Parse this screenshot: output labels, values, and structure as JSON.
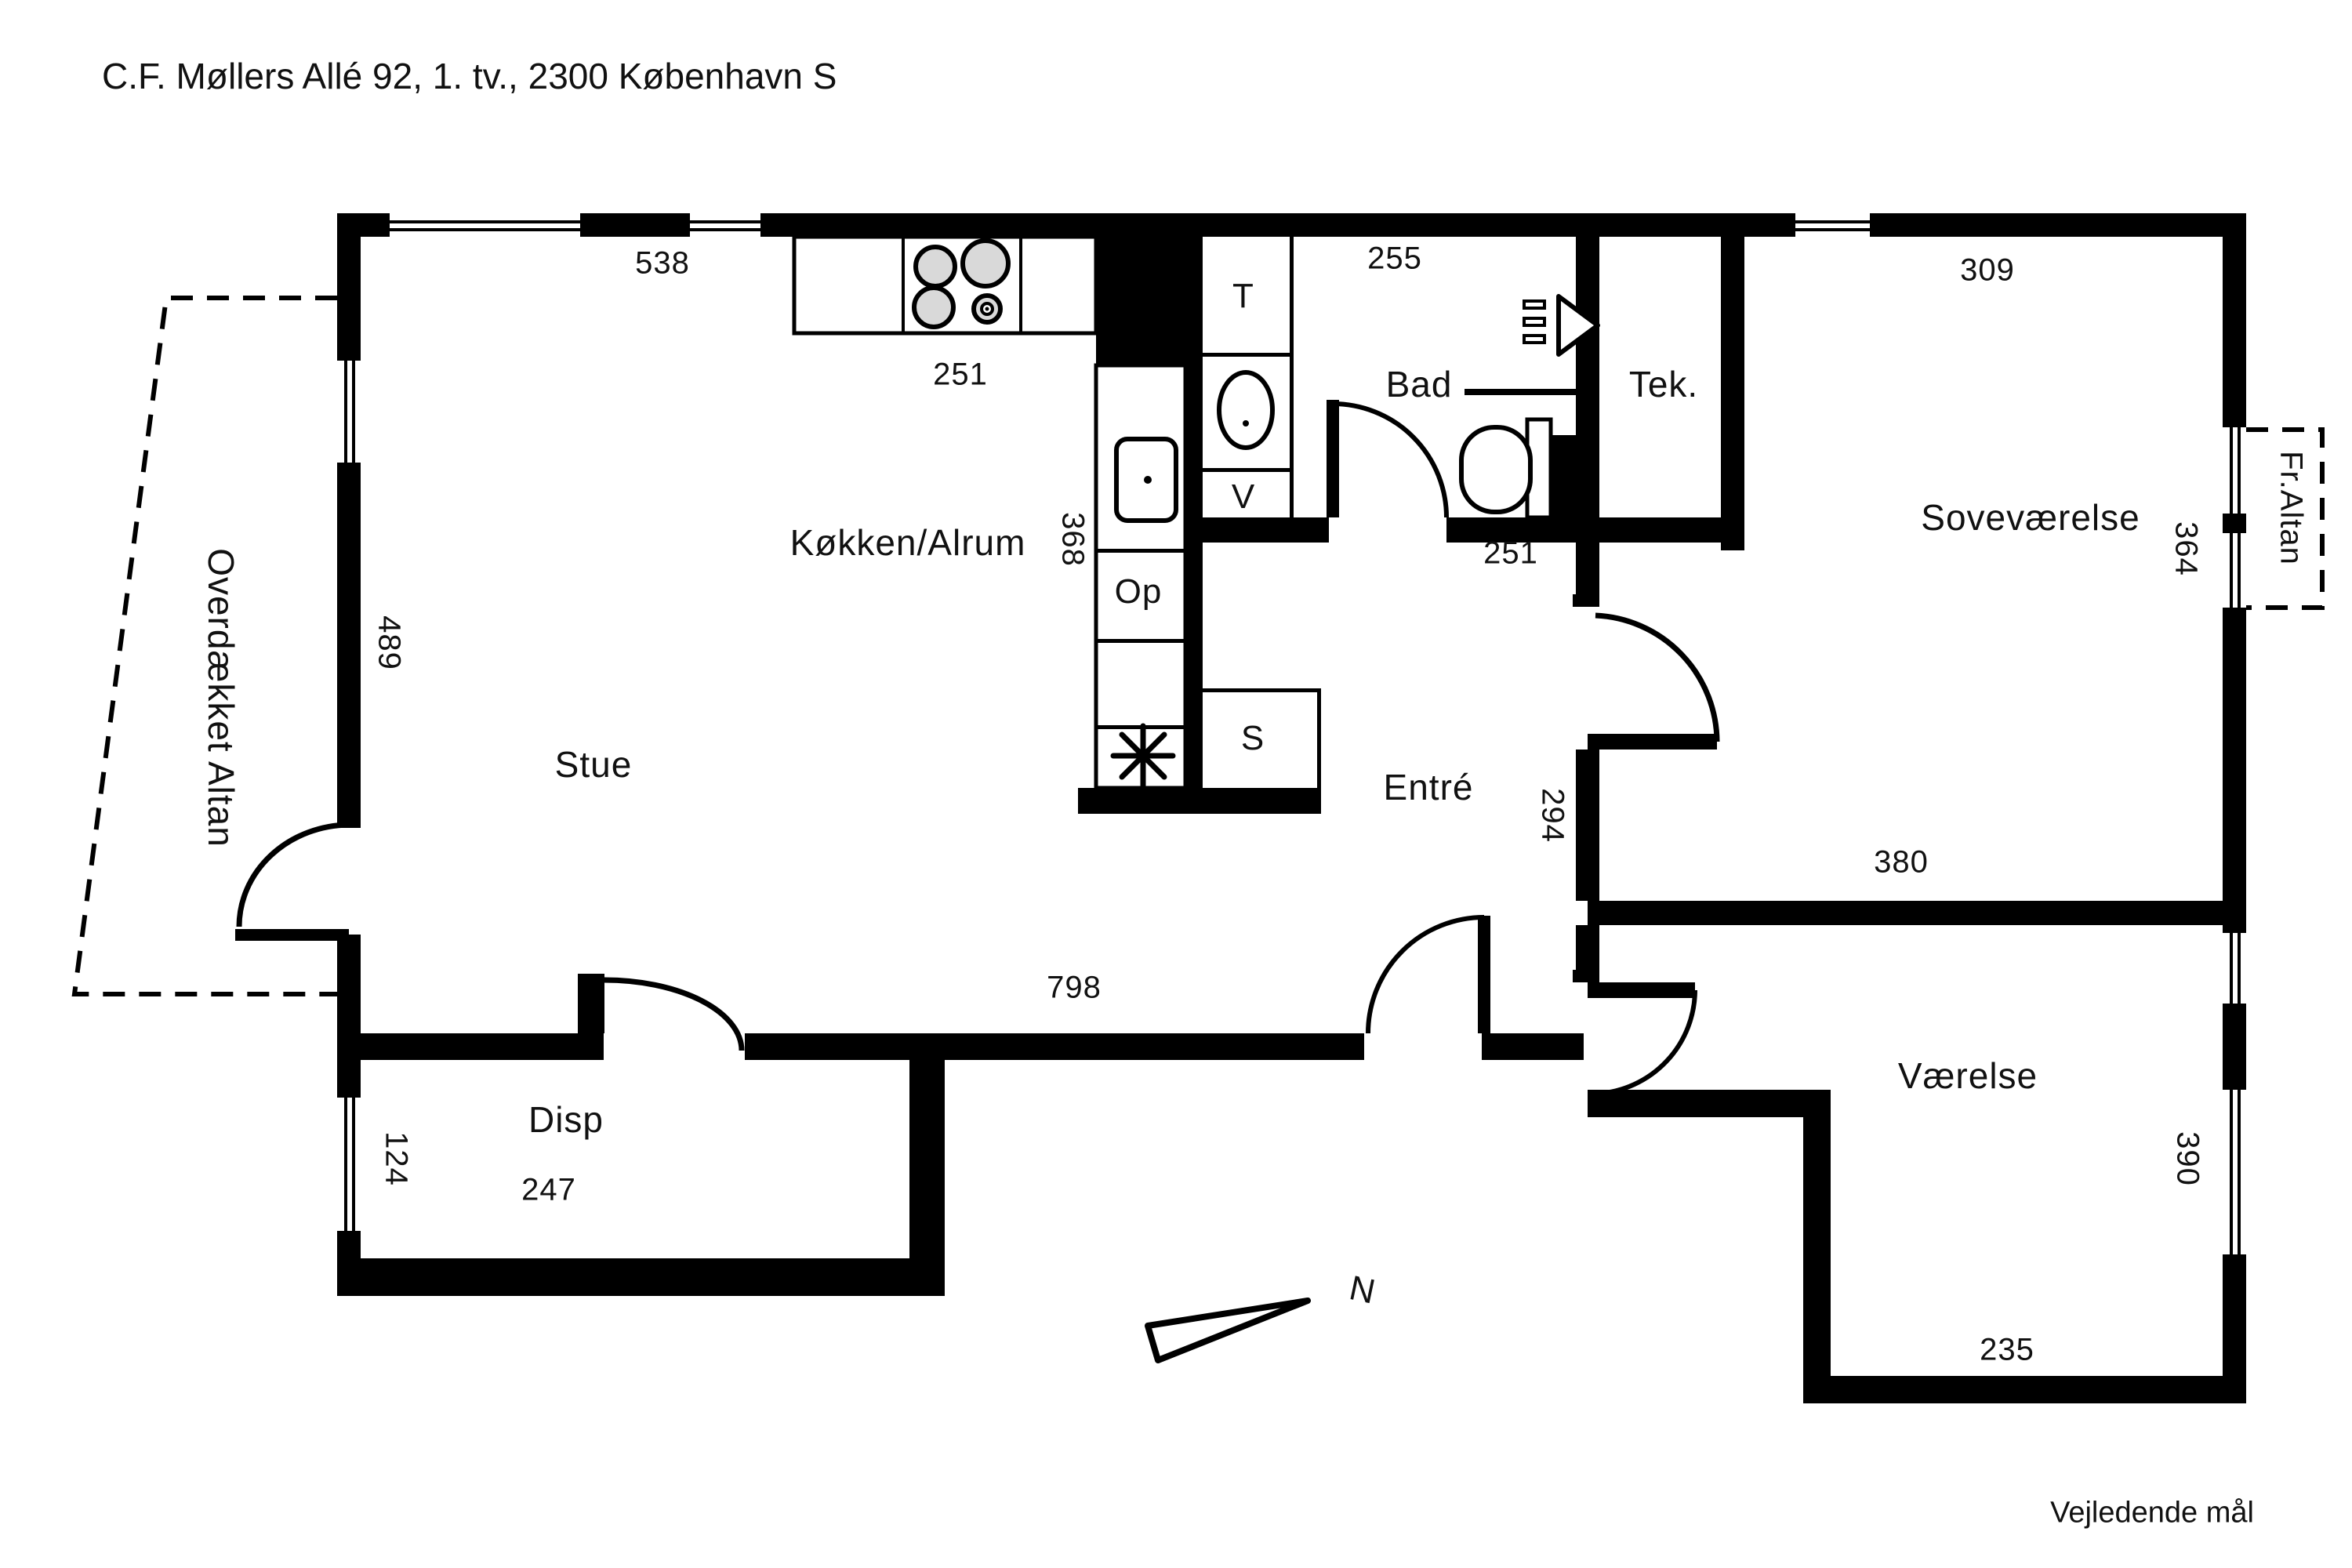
{
  "meta": {
    "title": "C.F. Møllers Allé 92, 1. tv., 2300 København S",
    "footnote": "Vejledende mål"
  },
  "compass": {
    "north_label": "N"
  },
  "rooms": {
    "stue": "Stue",
    "kokken_alrum": "Køkken/Alrum",
    "bad": "Bad",
    "tek": "Tek.",
    "sovevaerelse": "Soveværelse",
    "entre": "Entré",
    "vaerelse": "Værelse",
    "disp": "Disp"
  },
  "outdoor": {
    "covered_balcony": "Overdækket Altan",
    "french_balcony": "Fr.Altan"
  },
  "appliances": {
    "dryer": "T",
    "washer": "V",
    "dishwasher": "Op",
    "closet": "S"
  },
  "dimensions": {
    "stue_top": "538",
    "kitchen_counter": "251",
    "bad_top": "255",
    "sovevaerelse_top": "309",
    "stue_left": "489",
    "kitchen_island": "368",
    "bad_bottom": "251",
    "sovevaerelse_right": "364",
    "entre_right": "294",
    "vaerelse_top": "380",
    "bottom_wall": "798",
    "disp_left": "124",
    "disp_bottom": "247",
    "vaerelse_right": "390",
    "vaerelse_bottom": "235"
  },
  "colors": {
    "wall": "#000000",
    "background": "#ffffff",
    "burner_fill": "#d9d9d9"
  }
}
